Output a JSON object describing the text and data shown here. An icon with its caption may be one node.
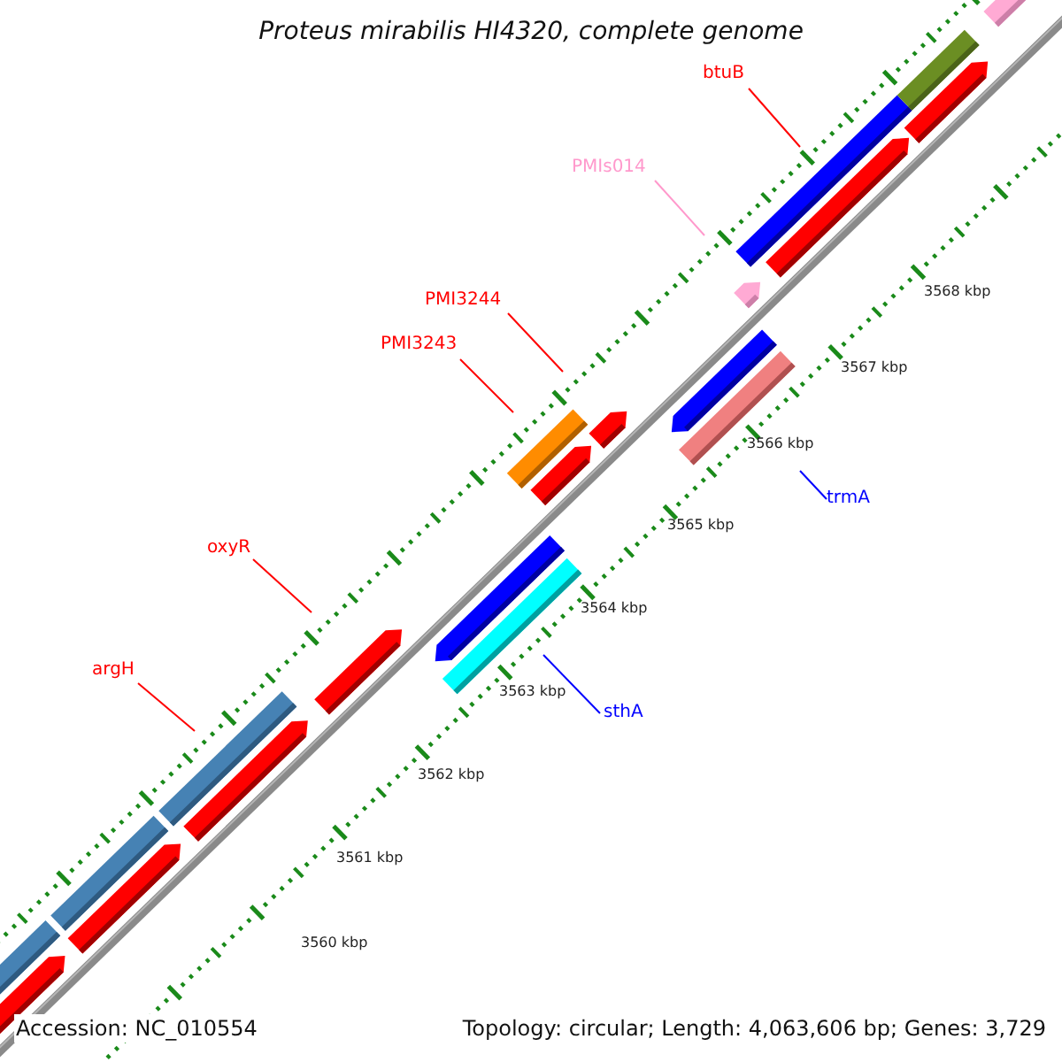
{
  "diagram": {
    "title": "Proteus mirabilis HI4320, complete genome",
    "nodes": [
      {
        "text": [
          "btuB"
        ]
      },
      {
        "text": [
          "PMIs014"
        ]
      },
      {
        "text": [
          "PMI3244"
        ]
      },
      {
        "text": [
          "PMI3243"
        ]
      },
      {
        "text": [
          "oxyR"
        ]
      },
      {
        "text": [
          "argH"
        ]
      },
      {
        "text": [
          "trmA"
        ]
      },
      {
        "text": [
          "sthA"
        ]
      }
    ],
    "edges": [
      {
        "from": 0,
        "to": null,
        "arrow": "none"
      },
      {
        "from": 1,
        "to": null,
        "arrow": "none",
        "color": "#ff99cc"
      },
      {
        "from": 2,
        "to": null,
        "arrow": "none"
      },
      {
        "from": 3,
        "to": null,
        "arrow": "none"
      },
      {
        "from": 4,
        "to": null,
        "arrow": "none"
      },
      {
        "from": 5,
        "to": null,
        "arrow": "none"
      },
      {
        "from": 6,
        "to": null,
        "arrow": "none",
        "color": "#0000ff"
      },
      {
        "from": 7,
        "to": null,
        "arrow": "none",
        "color": "#0000ff"
      }
    ],
    "labels": [
      "3568 kbp",
      "3567 kbp",
      "3566 kbp",
      "3565 kbp",
      "3564 kbp",
      "3563 kbp",
      "3562 kbp",
      "3561 kbp",
      "3560 kbp",
      "Accession: NC_010554",
      "Topology: circular; Length: 4,063,606 bp; Genes: 3,729"
    ]
  }
}
